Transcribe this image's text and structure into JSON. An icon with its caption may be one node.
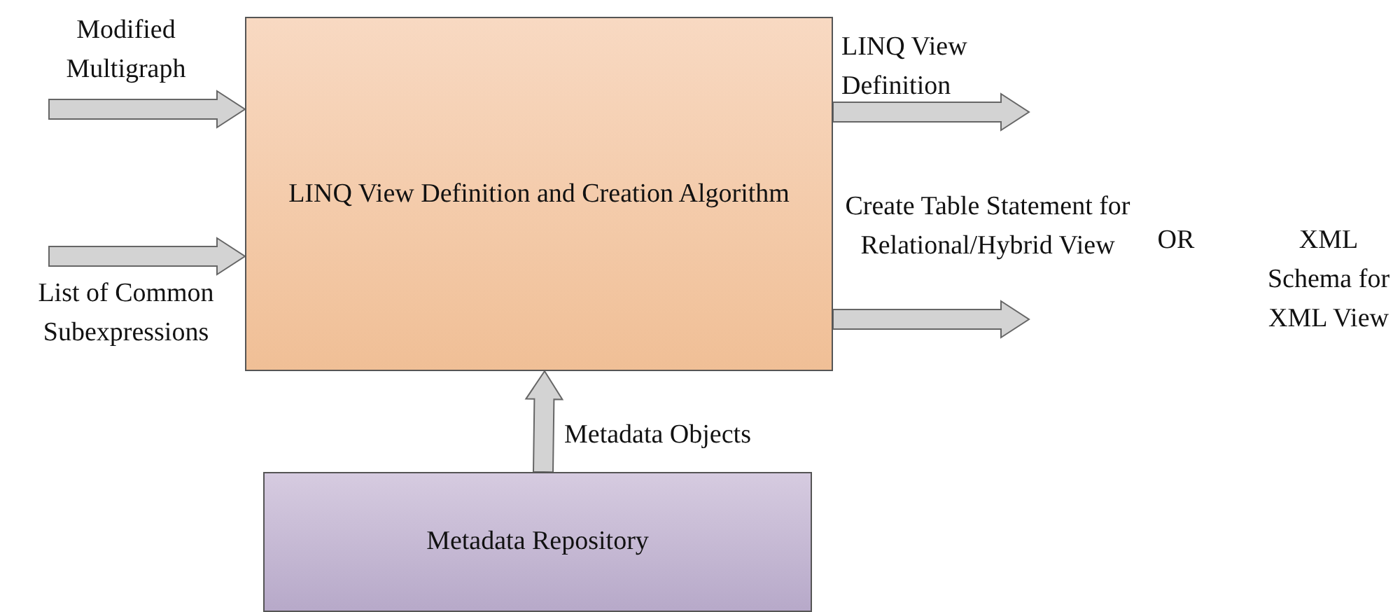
{
  "diagram": {
    "nodes": [
      {
        "text": [
          "LINQ View Definition and Creation Algorithm"
        ]
      },
      {
        "text": [
          "Metadata Repository"
        ]
      }
    ],
    "edges": [
      {
        "from": null,
        "to": 0,
        "arrow": "to",
        "label": "Modified Multigraph"
      },
      {
        "from": null,
        "to": 0,
        "arrow": "to",
        "label": "List of Common Subexpressions"
      },
      {
        "from": 0,
        "to": null,
        "arrow": "to",
        "label": "LINQ View Definition"
      },
      {
        "from": 0,
        "to": null,
        "arrow": "to",
        "label": "Create Table Statement for Relational/Hybrid View"
      },
      {
        "from": 1,
        "to": 0,
        "arrow": "to",
        "label": "Metadata Objects"
      }
    ],
    "labels": [
      "OR",
      "XML Schema for XML View"
    ]
  }
}
